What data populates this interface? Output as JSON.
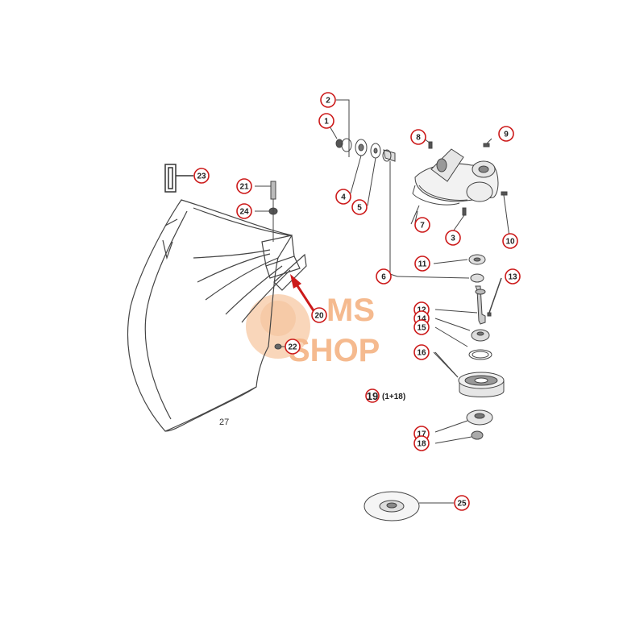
{
  "watermark": {
    "line1": "MS",
    "line2": "SHOP",
    "color": "#f2a46a"
  },
  "accent": "#cc1a1a",
  "callouts": [
    {
      "id": "c1",
      "text": "1"
    },
    {
      "id": "c2",
      "text": "2"
    },
    {
      "id": "c3",
      "text": "3"
    },
    {
      "id": "c4",
      "text": "4"
    },
    {
      "id": "c5",
      "text": "5"
    },
    {
      "id": "c6",
      "text": "6"
    },
    {
      "id": "c7",
      "text": "7"
    },
    {
      "id": "c8",
      "text": "8"
    },
    {
      "id": "c9",
      "text": "9"
    },
    {
      "id": "c10",
      "text": "10"
    },
    {
      "id": "c11",
      "text": "11"
    },
    {
      "id": "c12",
      "text": "12"
    },
    {
      "id": "c13",
      "text": "13"
    },
    {
      "id": "c14",
      "text": "14"
    },
    {
      "id": "c15",
      "text": "15"
    },
    {
      "id": "c16",
      "text": "16"
    },
    {
      "id": "c17",
      "text": "17"
    },
    {
      "id": "c18",
      "text": "18"
    },
    {
      "id": "c19",
      "text": "19"
    },
    {
      "id": "c20",
      "text": "20"
    },
    {
      "id": "c21",
      "text": "21"
    },
    {
      "id": "c22",
      "text": "22"
    },
    {
      "id": "c23",
      "text": "23"
    },
    {
      "id": "c24",
      "text": "24"
    },
    {
      "id": "c25",
      "text": "25"
    }
  ],
  "label_19_suffix": "(1+18)",
  "label_27": "27"
}
